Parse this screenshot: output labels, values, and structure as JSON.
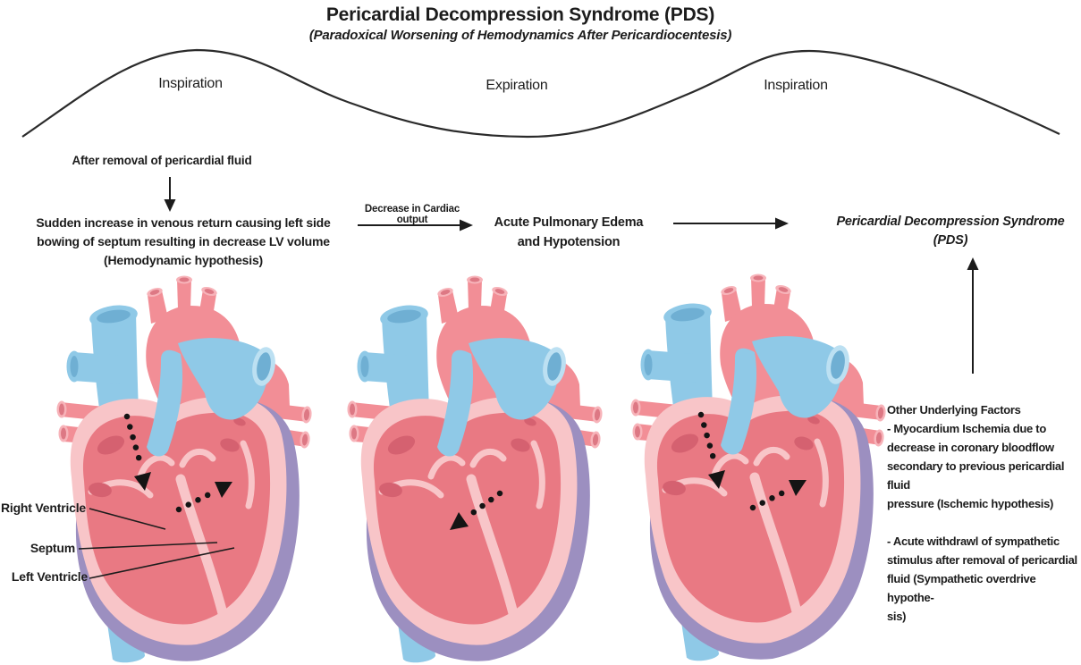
{
  "header": {
    "title": "Pericardial Decompression Syndrome (PDS)",
    "subtitle": "(Paradoxical Worsening of Hemodynamics After Pericardiocentesis)"
  },
  "respiration_wave": {
    "labels": [
      "Inspiration",
      "Expiration",
      "Inspiration"
    ]
  },
  "pathway": {
    "trigger": "After removal of pericardial fluid",
    "hemodynamic_hypothesis": "Sudden increase in venous return causing left side\nbowing of septum resulting in decrease LV volume\n(Hemodynamic hypothesis)",
    "arrow1_label": "Decrease in Cardiac output",
    "step2": "Acute Pulmonary Edema\nand Hypotension",
    "outcome": "Pericardial Decompression Syndrome\n(PDS)"
  },
  "anatomy_labels": {
    "right_ventricle": "Right Ventricle",
    "septum": "Septum",
    "left_ventricle": "Left Ventricle"
  },
  "other_factors": {
    "heading": "Other Underlying Factors",
    "ischemic": "- Myocardium Ischemia due to\ndecrease in coronary bloodflow\nsecondary to previous pericardial fluid\npressure (Ischemic hypothesis)",
    "sympathetic": "- Acute withdrawl of sympathetic\nstimulus after removal of pericardial\nfluid (Sympathetic overdrive hypothe-\nsis)"
  },
  "hearts": [
    {
      "id": "heart-inspiration-left",
      "arrows": [
        "rv-inflow-dotted-arrow",
        "septal-bowing-dotted-arrow"
      ]
    },
    {
      "id": "heart-expiration-middle",
      "arrows": [
        "septal-shift-left-dotted-arrow"
      ]
    },
    {
      "id": "heart-inspiration-right",
      "arrows": [
        "rv-inflow-dotted-arrow",
        "septal-bowing-dotted-arrow"
      ]
    }
  ],
  "palette": {
    "vessel_blue": "#8FC9E7",
    "vessel_blue_dark": "#6FAFD3",
    "vessel_blue_light": "#BCE0F2",
    "artery_salmon": "#F28E96",
    "artery_salmon_dark": "#DD7884",
    "artery_salmon_light": "#F7B3B9",
    "pericardium_purple": "#9C8FC0",
    "heart_wall_pink": "#F8C5C8",
    "myocardium_red": "#E97983",
    "chamber_accent": "#D56170",
    "ink": "#1c1c1c"
  }
}
